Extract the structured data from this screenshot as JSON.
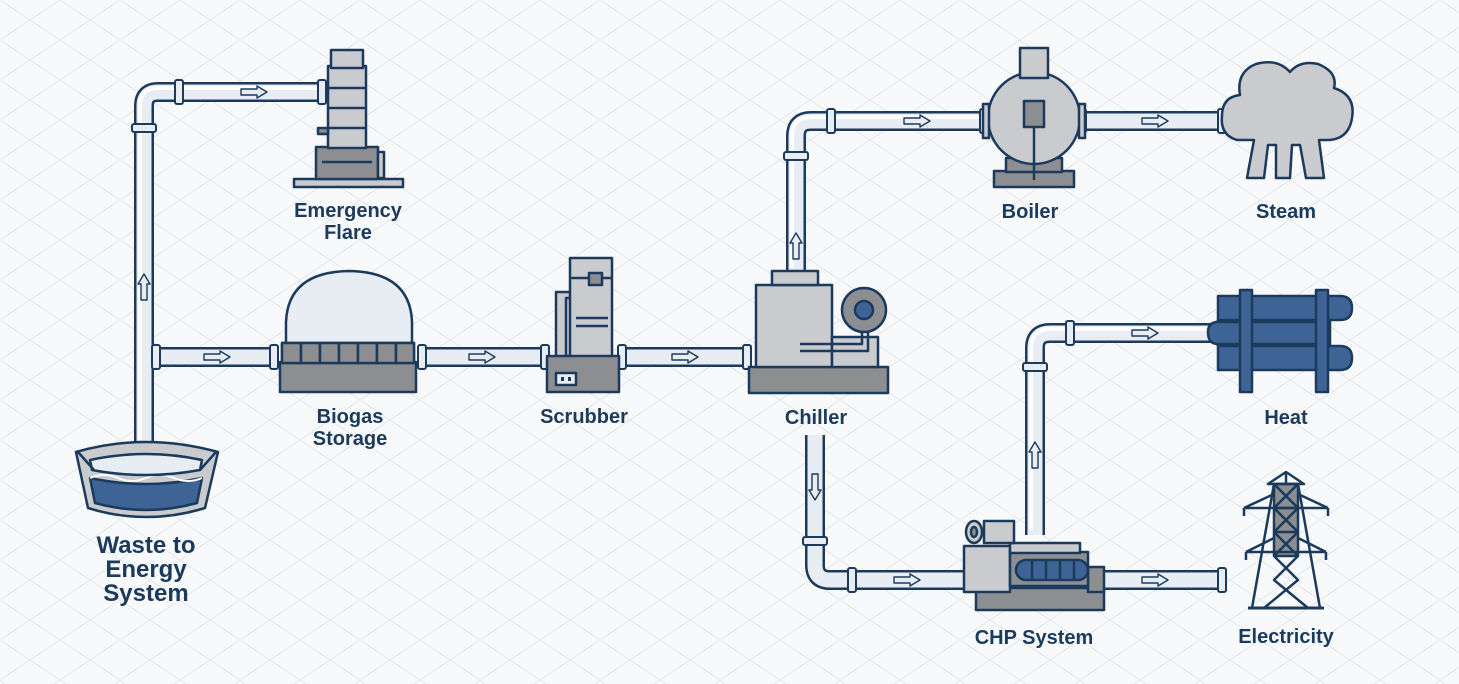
{
  "nodes": {
    "waste": {
      "line1": "Waste to",
      "line2": "Energy",
      "line3": "System"
    },
    "flare": {
      "line1": "Emergency",
      "line2": "Flare"
    },
    "biogas": {
      "line1": "Biogas",
      "line2": "Storage"
    },
    "scrubber": {
      "label": "Scrubber"
    },
    "chiller": {
      "label": "Chiller"
    },
    "boiler": {
      "label": "Boiler"
    },
    "steam": {
      "label": "Steam"
    },
    "heat": {
      "label": "Heat"
    },
    "chp": {
      "label": "CHP System"
    },
    "electricity": {
      "label": "Electricity"
    }
  },
  "colors": {
    "outline": "#1b3a5c",
    "equipment_light": "#c9cbcf",
    "equipment_dark": "#8c8e91",
    "pipe": "#e8ecf3",
    "water": "#3e6496",
    "heat_coil": "#3e6496",
    "label": "#1b3a5c",
    "grid": "#e3e6ea"
  }
}
